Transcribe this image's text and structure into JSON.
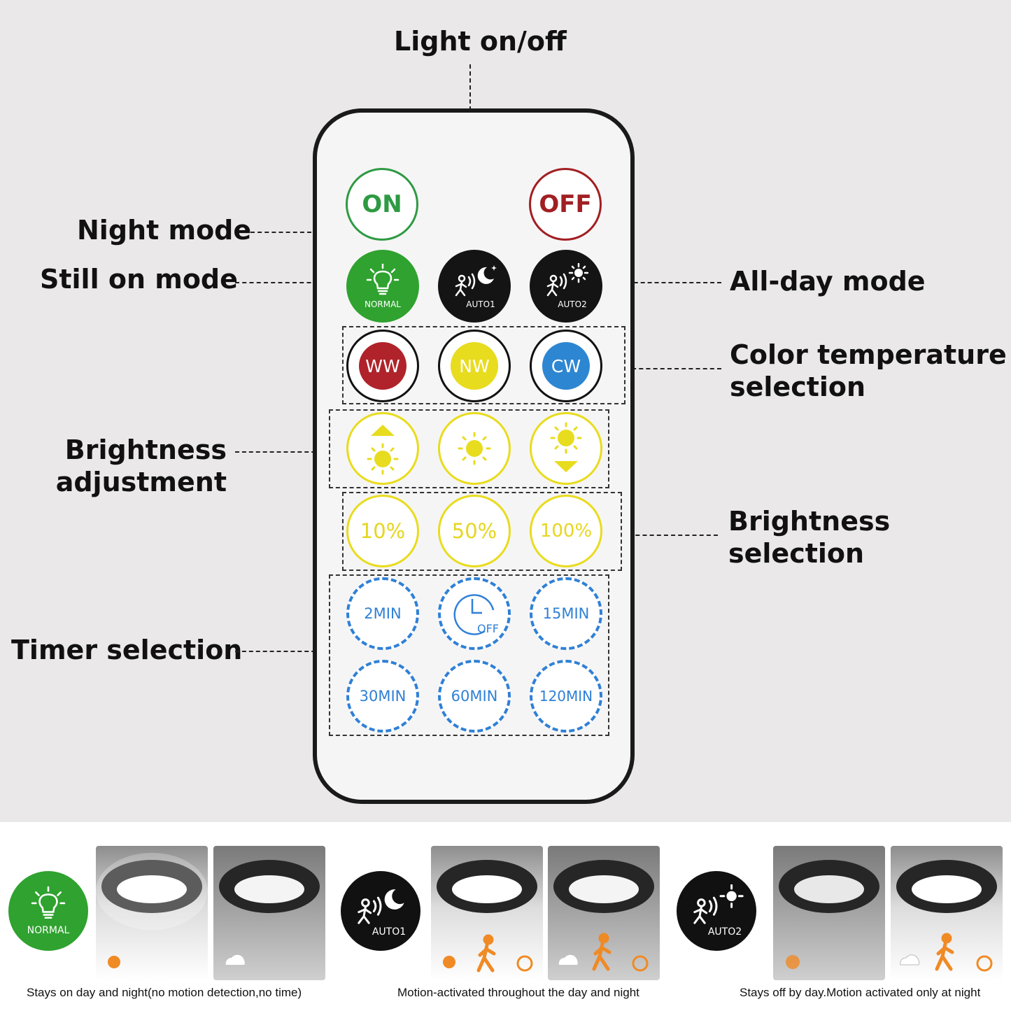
{
  "labels": {
    "light_onoff": "Light on/off",
    "night_mode": "Night mode",
    "still_on_mode": "Still on mode",
    "all_day_mode": "All-day mode",
    "color_temp_1": "Color temperature",
    "color_temp_2": "selection",
    "brightness_adj_1": "Brightness",
    "brightness_adj_2": "adjustment",
    "brightness_sel_1": "Brightness",
    "brightness_sel_2": "selection",
    "timer_selection": "Timer selection"
  },
  "buttons": {
    "on": "ON",
    "off": "OFF",
    "normal": "NORMAL",
    "auto1": "AUTO1",
    "auto2": "AUTO2",
    "ww": "WW",
    "nw": "NW",
    "cw": "CW",
    "p10": "10%",
    "p50": "50%",
    "p100": "100%",
    "t2": "2MIN",
    "toff": "OFF",
    "t15": "15MIN",
    "t30": "30MIN",
    "t60": "60MIN",
    "t120": "120MIN"
  },
  "modes": [
    {
      "icon_label": "NORMAL",
      "caption": "Stays on day and night(no motion detection,no time)"
    },
    {
      "icon_label": "AUTO1",
      "caption": "Motion-activated throughout the day and night"
    },
    {
      "icon_label": "AUTO2",
      "caption": "Stays off by day.Motion activated only at night"
    }
  ],
  "colors": {
    "background": "#eae8e9",
    "on_green": "#2e9a43",
    "off_red": "#a11f22",
    "normal_green": "#2fa22f",
    "ww": "#b0232a",
    "nw": "#e8dc1e",
    "cw": "#2d86d2",
    "brightness_yellow": "#e8dc1e",
    "timer_blue": "#2f80d6",
    "accent_orange": "#f08a24"
  },
  "icons": [
    "bulb-icon",
    "moon-icon",
    "sun-icon",
    "walking-person-icon",
    "motion-waves-icon",
    "alarm-clock-icon",
    "clock-icon",
    "arrow-up-icon",
    "arrow-down-icon",
    "cloud-moon-icon"
  ]
}
